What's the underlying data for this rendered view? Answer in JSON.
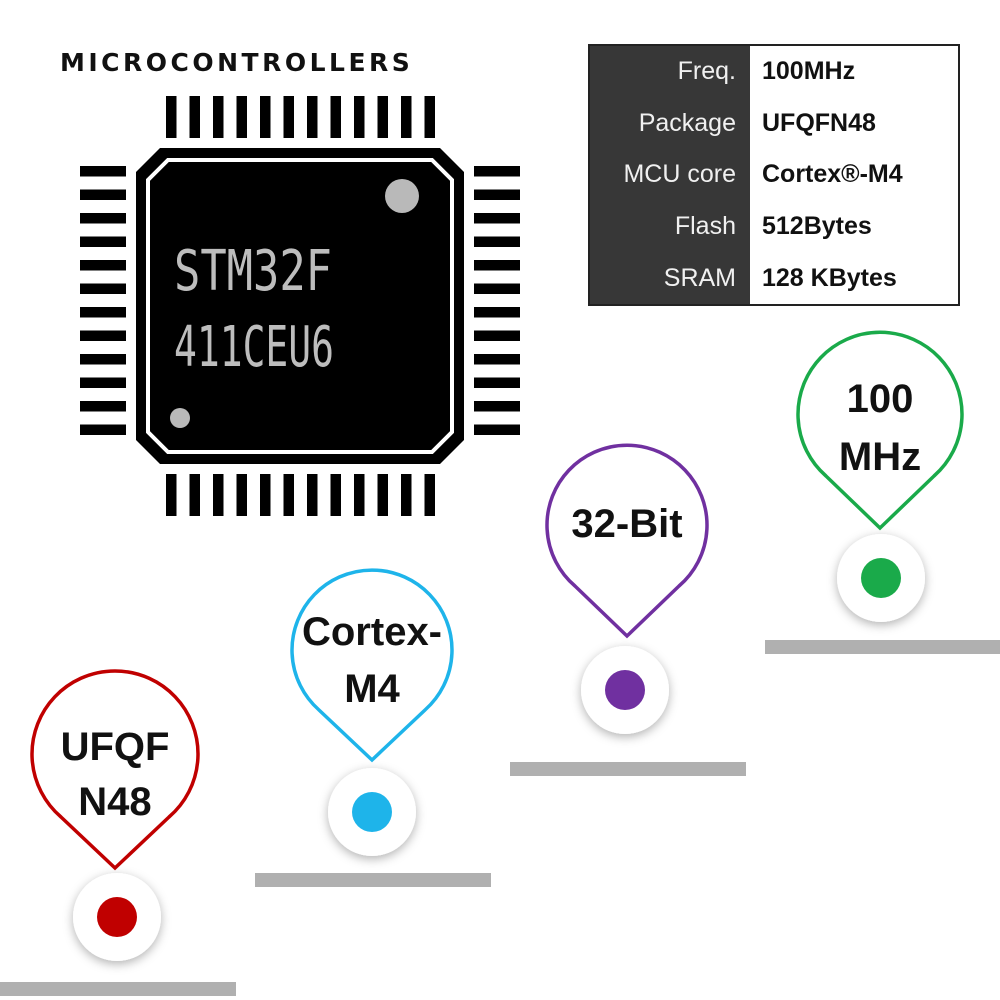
{
  "title": "MICROCONTROLLERS",
  "chip": {
    "line1": "STM32F",
    "line2": "411CEU6"
  },
  "specs": [
    {
      "name": "Freq.",
      "value": "100MHz"
    },
    {
      "name": "Package",
      "value": "UFQFN48"
    },
    {
      "name": "MCU core",
      "value": "Cortex®-M4"
    },
    {
      "name": "Flash",
      "value": "512Bytes"
    },
    {
      "name": "SRAM",
      "value": "128 KBytes"
    }
  ],
  "pins": [
    {
      "line1": "UFQF",
      "line2": "N48",
      "color": "#c00000"
    },
    {
      "line1": "Cortex-",
      "line2": "M4",
      "color": "#1eb4ea"
    },
    {
      "line1": "32-Bit",
      "line2": "",
      "color": "#7030a0"
    },
    {
      "line1": "100",
      "line2": "MHz",
      "color": "#1aaa4a"
    }
  ],
  "colors": {
    "chip_body": "#000000",
    "chip_text": "#bdbdbd",
    "step": "#b0b0b0"
  }
}
